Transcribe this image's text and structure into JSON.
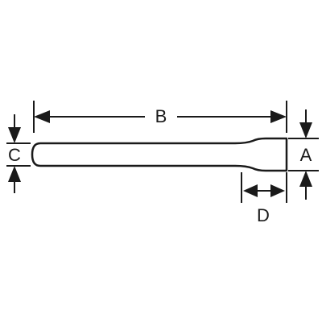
{
  "drawing": {
    "subject": "chisel",
    "colors": {
      "line": "#1a1a1a",
      "background": "#ffffff"
    },
    "dimensions": {
      "overall_length": {
        "label": "B"
      },
      "tip_width": {
        "label": "A"
      },
      "shank_width": {
        "label": "C"
      },
      "tip_length": {
        "label": "D"
      }
    }
  }
}
